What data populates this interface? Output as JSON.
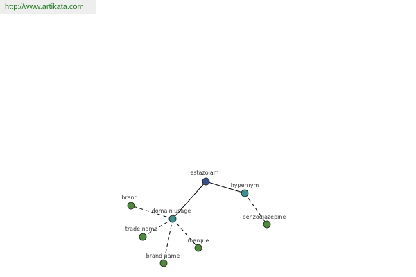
{
  "banner": {
    "url": "http://www.artikata.com",
    "text_color": "#1f7a1f"
  },
  "graph": {
    "nodes": [
      {
        "id": "estazolam",
        "label": "estazolam",
        "color": "#3a4e8c"
      },
      {
        "id": "hypernym",
        "label": "hypernym",
        "color": "#3f9090"
      },
      {
        "id": "benzodiazepine",
        "label": "benzodiazepine",
        "color": "#4f8a3c"
      },
      {
        "id": "domain-usage",
        "label": "domain usage",
        "color": "#3f9090"
      },
      {
        "id": "brand",
        "label": "brand",
        "color": "#4f8a3c"
      },
      {
        "id": "trade-name",
        "label": "trade name",
        "color": "#4f8a3c"
      },
      {
        "id": "marque",
        "label": "marque",
        "color": "#4f8a3c"
      },
      {
        "id": "brand-name",
        "label": "brand name",
        "color": "#4f8a3c"
      }
    ],
    "edges": [
      {
        "from": "estazolam",
        "to": "hypernym",
        "style": "solid"
      },
      {
        "from": "estazolam",
        "to": "domain-usage",
        "style": "solid"
      },
      {
        "from": "hypernym",
        "to": "benzodiazepine",
        "style": "dashed"
      },
      {
        "from": "domain-usage",
        "to": "brand",
        "style": "dashed"
      },
      {
        "from": "domain-usage",
        "to": "trade-name",
        "style": "dashed"
      },
      {
        "from": "domain-usage",
        "to": "marque",
        "style": "dashed"
      },
      {
        "from": "domain-usage",
        "to": "brand-name",
        "style": "dashed"
      }
    ]
  }
}
